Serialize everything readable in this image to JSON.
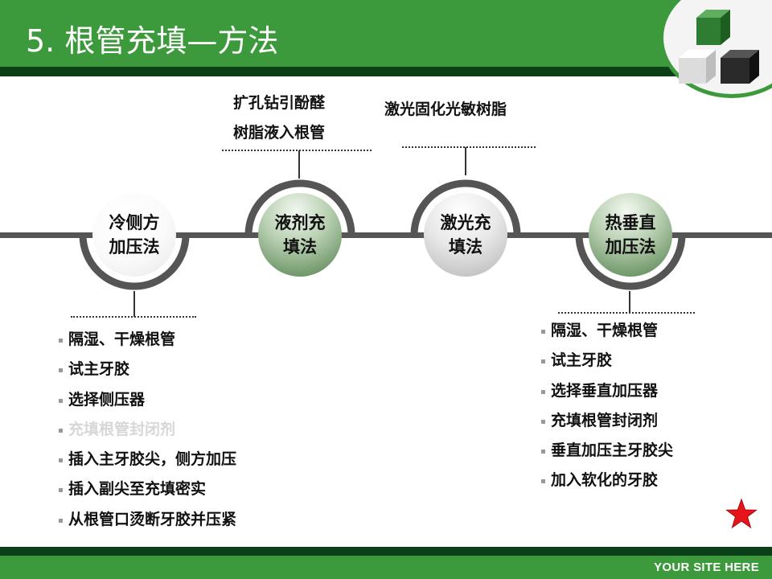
{
  "header": {
    "title": "5. 根管充填—方法"
  },
  "notes": {
    "top_left_line1": "扩孔钻引酚醛",
    "top_left_line2": "树脂液入根管",
    "top_right": "激光固化光敏树脂"
  },
  "methods": [
    {
      "label": "冷侧方\n加压法"
    },
    {
      "label": "液剂充\n填法"
    },
    {
      "label": "激光充\n填法"
    },
    {
      "label": "热垂直\n加压法"
    }
  ],
  "lateral_steps": [
    "隔湿、干燥根管",
    "试主牙胶",
    "选择侧压器",
    "充填根管封闭剂",
    "插入主牙胶尖，侧方加压",
    "插入副尖至充填密实",
    "从根管口烫断牙胶并压紧"
  ],
  "vertical_steps": [
    "隔湿、干燥根管",
    "试主牙胶",
    "选择垂直加压器",
    "充填根管封闭剂",
    "垂直加压主牙胶尖",
    "加入软化的牙胶"
  ],
  "footer": {
    "site": "YOUR SITE HERE"
  },
  "colors": {
    "brand_green": "#3c9a3c",
    "dark_green": "#0a3f17",
    "track_gray": "#555555",
    "star_red": "#e8141c"
  },
  "icons": {
    "logo": "stacked-cubes-icon",
    "star": "star-icon"
  }
}
